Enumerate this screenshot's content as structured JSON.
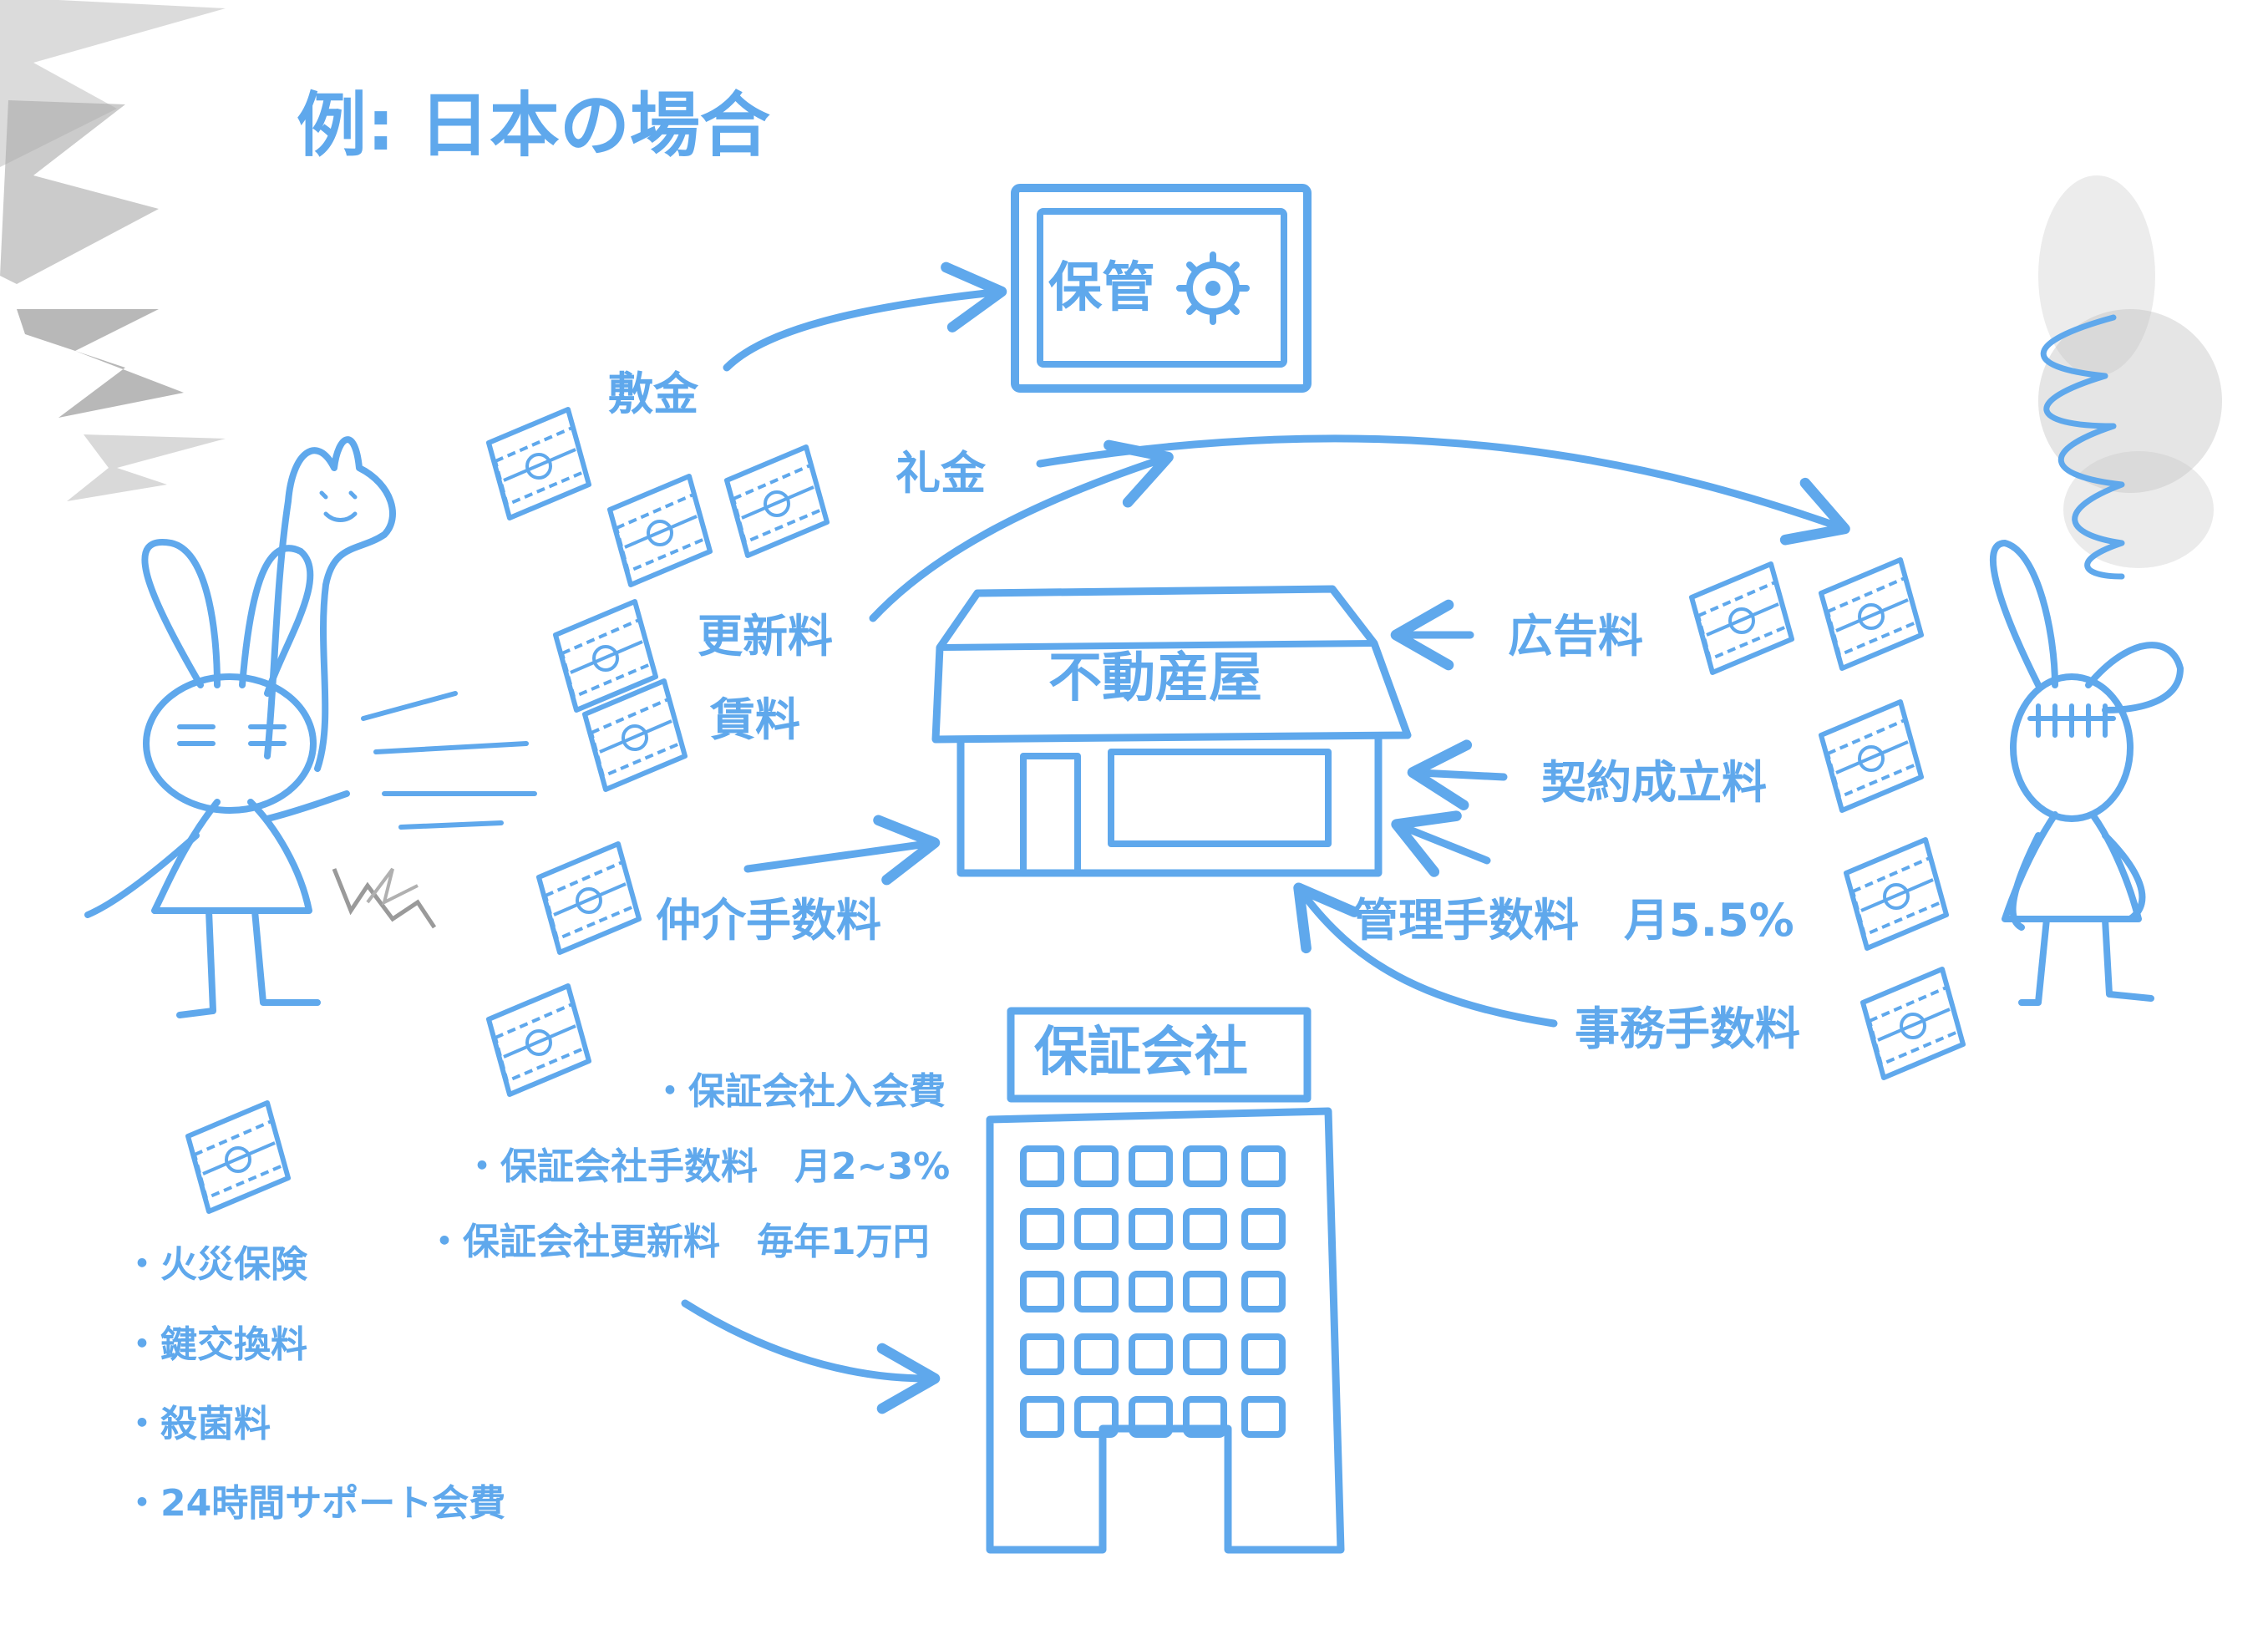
{
  "title": "例: 日本の場合",
  "colors": {
    "accent": "#5fa8ec",
    "shadow": "#9a9a9a"
  },
  "boxes": {
    "storage": "保管",
    "real_estate": "不動産屋",
    "guarantor": "保証会社"
  },
  "flows": {
    "deposit": "敷金",
    "key_money": "礼金",
    "renewal_fee": "更新料",
    "rent": "賃料",
    "brokerage_fee": "仲介手数料",
    "ad_fee": "広告料",
    "contract_fee": "契約成立料",
    "management_fee": "管理手数料　月5.5%",
    "admin_fee": "事務手数料"
  },
  "guarantor_fees": [
    "・保証会社入会費",
    "・保証会社手数料　月2~3%",
    "・保証会社更新料　毎年1万円"
  ],
  "other_costs": [
    "・火災保険",
    "・鍵交換料",
    "・殺菌料",
    "・24時間サポート会費"
  ],
  "icons": [
    "gear-icon",
    "money-bundle-icon",
    "lightning-icon",
    "smoke-icon",
    "tenant-rabbit-icon",
    "landlord-rabbit-icon",
    "ghost-icon"
  ]
}
